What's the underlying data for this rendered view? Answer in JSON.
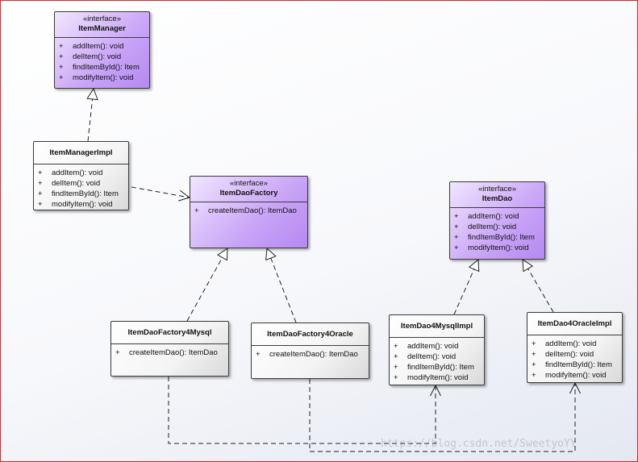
{
  "classes": [
    {
      "id": "ItemManager",
      "stereotype": "«interface»",
      "name": "ItemManager",
      "kind": "interface",
      "ops": [
        {
          "vis": "+",
          "sig": "addItem(): void"
        },
        {
          "vis": "+",
          "sig": "delItem(): void"
        },
        {
          "vis": "+",
          "sig": "findItemById(): Item"
        },
        {
          "vis": "+",
          "sig": "modifyItem(): void"
        }
      ]
    },
    {
      "id": "ItemManagerImpl",
      "stereotype": "",
      "name": "ItemManagerImpl",
      "kind": "class",
      "ops": [
        {
          "vis": "+",
          "sig": "addItem(): void"
        },
        {
          "vis": "+",
          "sig": "delItem(): void"
        },
        {
          "vis": "+",
          "sig": "findItemById(): Item"
        },
        {
          "vis": "+",
          "sig": "modifyItem(): void"
        }
      ]
    },
    {
      "id": "ItemDaoFactory",
      "stereotype": "«interface»",
      "name": "ItemDaoFactory",
      "kind": "interface",
      "ops": [
        {
          "vis": "+",
          "sig": "createItemDao(): ItemDao"
        }
      ]
    },
    {
      "id": "ItemDao",
      "stereotype": "«interface»",
      "name": "ItemDao",
      "kind": "interface",
      "ops": [
        {
          "vis": "+",
          "sig": "addItem(): void"
        },
        {
          "vis": "+",
          "sig": "delItem(): void"
        },
        {
          "vis": "+",
          "sig": "findItemById(): Item"
        },
        {
          "vis": "+",
          "sig": "modifyItem(): void"
        }
      ]
    },
    {
      "id": "ItemDaoFactory4Mysql",
      "stereotype": "",
      "name": "ItemDaoFactory4Mysql",
      "kind": "class",
      "ops": [
        {
          "vis": "+",
          "sig": "createItemDao(): ItemDao"
        }
      ]
    },
    {
      "id": "ItemDaoFactory4Oracle",
      "stereotype": "",
      "name": "ItemDaoFactory4Oracle",
      "kind": "class",
      "ops": [
        {
          "vis": "+",
          "sig": "createItemDao(): ItemDao"
        }
      ]
    },
    {
      "id": "ItemDao4MysqlImpl",
      "stereotype": "",
      "name": "ItemDao4MysqlImpl",
      "kind": "class",
      "ops": [
        {
          "vis": "+",
          "sig": "addItem(): void"
        },
        {
          "vis": "+",
          "sig": "delItem(): void"
        },
        {
          "vis": "+",
          "sig": "findItemById(): Item"
        },
        {
          "vis": "+",
          "sig": "modifyItem(): void"
        }
      ]
    },
    {
      "id": "ItemDao4OracleImpl",
      "stereotype": "",
      "name": "ItemDao4OracleImpl",
      "kind": "class",
      "ops": [
        {
          "vis": "+",
          "sig": "addItem(): void"
        },
        {
          "vis": "+",
          "sig": "delItem(): void"
        },
        {
          "vis": "+",
          "sig": "findItemById(): Item"
        },
        {
          "vis": "+",
          "sig": "modifyItem(): void"
        }
      ]
    }
  ],
  "relations": [
    {
      "type": "realization",
      "from": "ItemManagerImpl",
      "to": "ItemManager"
    },
    {
      "type": "dependency",
      "from": "ItemManagerImpl",
      "to": "ItemDaoFactory"
    },
    {
      "type": "realization",
      "from": "ItemDaoFactory4Mysql",
      "to": "ItemDaoFactory"
    },
    {
      "type": "realization",
      "from": "ItemDaoFactory4Oracle",
      "to": "ItemDaoFactory"
    },
    {
      "type": "realization",
      "from": "ItemDao4MysqlImpl",
      "to": "ItemDao"
    },
    {
      "type": "realization",
      "from": "ItemDao4OracleImpl",
      "to": "ItemDao"
    },
    {
      "type": "dependency",
      "from": "ItemDaoFactory4Mysql",
      "to": "ItemDao4MysqlImpl"
    },
    {
      "type": "dependency",
      "from": "ItemDaoFactory4Oracle",
      "to": "ItemDao4OracleImpl"
    }
  ],
  "watermark": "https://blog.csdn.net/SweetyoYY",
  "colors": {
    "interface_fill": "#c9a4f7",
    "class_fill": "#f4f4f4",
    "line": "#222222",
    "frame": "#d42a2a"
  }
}
